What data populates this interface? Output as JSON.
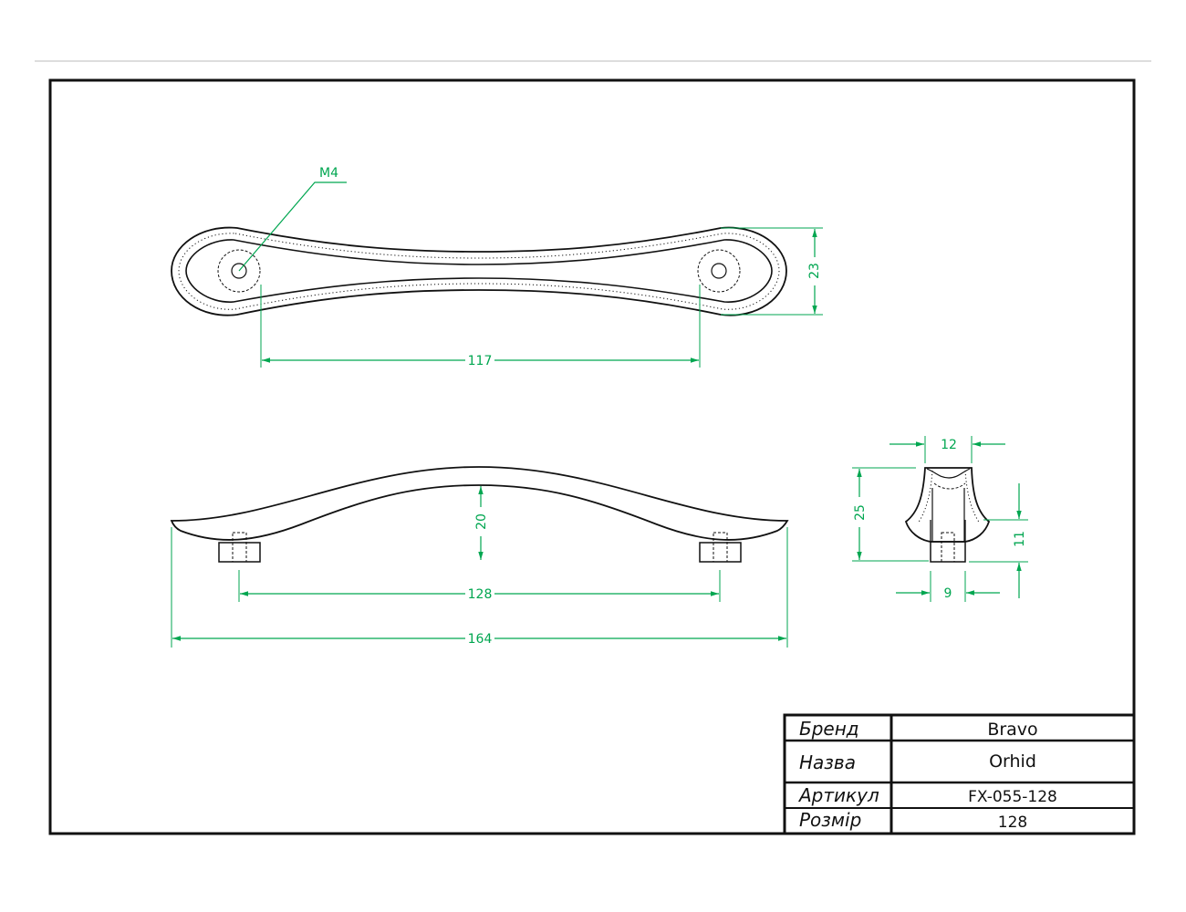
{
  "colors": {
    "dimension": "#00a650",
    "outline": "#111111",
    "frame": "#111111"
  },
  "dimensions": {
    "thread": "M4",
    "top_length": "117",
    "top_height": "23",
    "side_height": "20",
    "hole_spacing": "128",
    "overall_length": "164",
    "end_width": "12",
    "end_height": "25",
    "foot_height": "11",
    "foot_width": "9"
  },
  "title_block": {
    "rows": [
      {
        "label": "Бренд",
        "value": "Bravo"
      },
      {
        "label": "Назва",
        "value": "Orhid"
      },
      {
        "label": "Артикул",
        "value": "FX-055-128"
      },
      {
        "label": "Розмір",
        "value": "128"
      }
    ]
  }
}
